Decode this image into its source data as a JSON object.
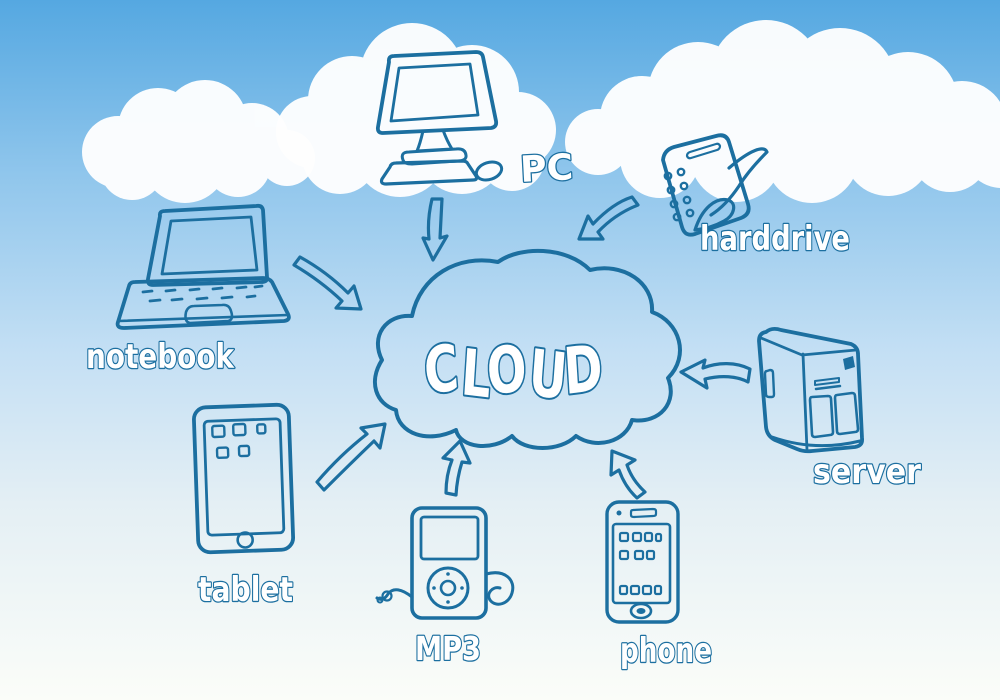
{
  "center": {
    "label": "CLOUD"
  },
  "nodes": [
    {
      "id": "pc",
      "label": "PC",
      "icon": "desktop-pc-icon"
    },
    {
      "id": "harddrive",
      "label": "harddrive",
      "icon": "external-harddrive-icon"
    },
    {
      "id": "notebook",
      "label": "notebook",
      "icon": "laptop-icon"
    },
    {
      "id": "server",
      "label": "server",
      "icon": "server-tower-icon"
    },
    {
      "id": "tablet",
      "label": "tablet",
      "icon": "tablet-icon"
    },
    {
      "id": "mp3",
      "label": "MP3",
      "icon": "mp3-player-icon"
    },
    {
      "id": "phone",
      "label": "phone",
      "icon": "smartphone-icon"
    }
  ],
  "connections": [
    {
      "from": "pc",
      "to": "cloud"
    },
    {
      "from": "harddrive",
      "to": "cloud"
    },
    {
      "from": "notebook",
      "to": "cloud"
    },
    {
      "from": "server",
      "to": "cloud"
    },
    {
      "from": "tablet",
      "to": "cloud"
    },
    {
      "from": "mp3",
      "to": "cloud"
    },
    {
      "from": "phone",
      "to": "cloud"
    }
  ],
  "colors": {
    "ink": "#1c6fa0",
    "sky_top": "#55a8e1",
    "sky_mid": "#c3dff4",
    "sky_bottom": "#fbfdf9",
    "cloud_white": "#ffffff",
    "label_fill": "#ffffff"
  }
}
